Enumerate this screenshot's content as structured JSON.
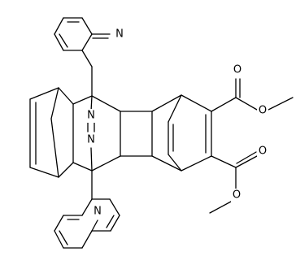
{
  "molecule": {
    "atoms": {
      "pyridine_top_N": "N",
      "pyridine_bottom_N": "N",
      "azo_N1": "N",
      "azo_N2": "N",
      "ester_top_O_carbonyl": "O",
      "ester_top_O_ether": "O",
      "ester_bottom_O_carbonyl": "O",
      "ester_bottom_O_ether": "O"
    }
  },
  "colors": {
    "bond": "#000000",
    "background": "#ffffff"
  }
}
